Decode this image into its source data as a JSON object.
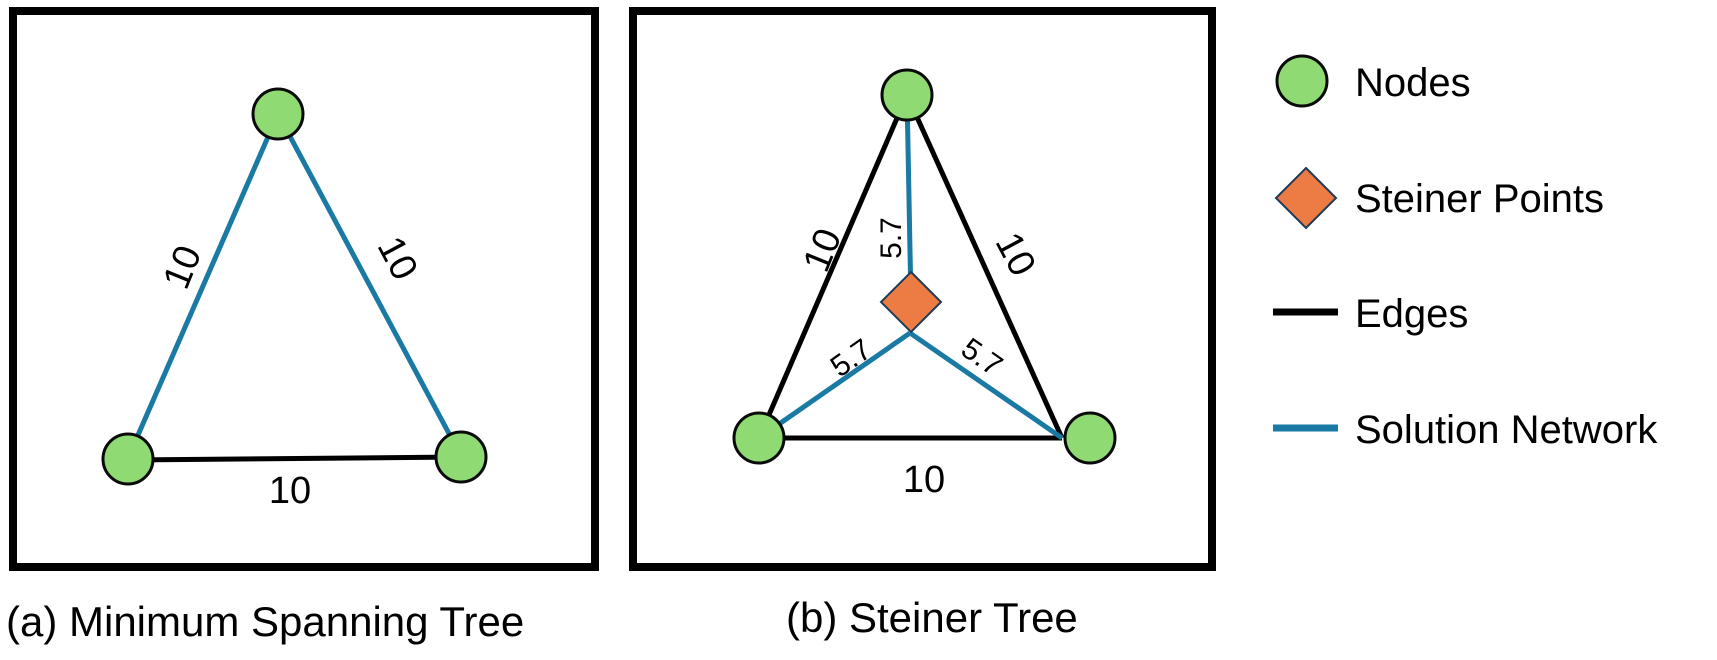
{
  "colors": {
    "node_fill": "#8fda72",
    "node_stroke": "#0a0a0a",
    "steiner_fill": "#ec7b44",
    "steiner_stroke": "#1f3b57",
    "edge": "#000000",
    "solution": "#1a7aa3",
    "frame": "#000000"
  },
  "panel_a": {
    "caption": "(a) Minimum Spanning Tree",
    "label_left": "10",
    "label_right": "10",
    "label_bottom": "10"
  },
  "panel_b": {
    "caption": "(b) Steiner Tree",
    "label_left": "10",
    "label_right": "10",
    "label_bottom": "10",
    "label_top_branch": "5.7",
    "label_left_branch": "5.7",
    "label_right_branch": "5.7"
  },
  "legend": {
    "nodes": "Nodes",
    "steiner_points": "Steiner Points",
    "edges": "Edges",
    "solution_network": "Solution Network"
  }
}
